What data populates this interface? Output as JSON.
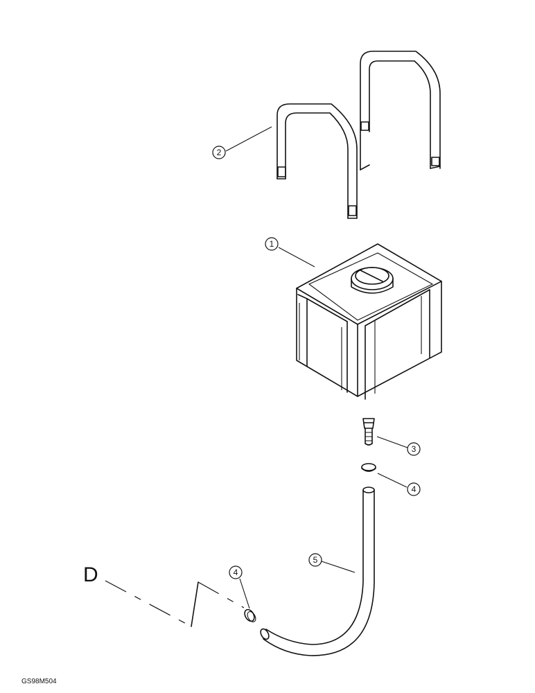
{
  "callouts": {
    "c1": "1",
    "c2": "2",
    "c3": "3",
    "c4a": "4",
    "c4b": "4",
    "c5": "5"
  },
  "connection_letter": "D",
  "drawing_code": "GS98M504"
}
